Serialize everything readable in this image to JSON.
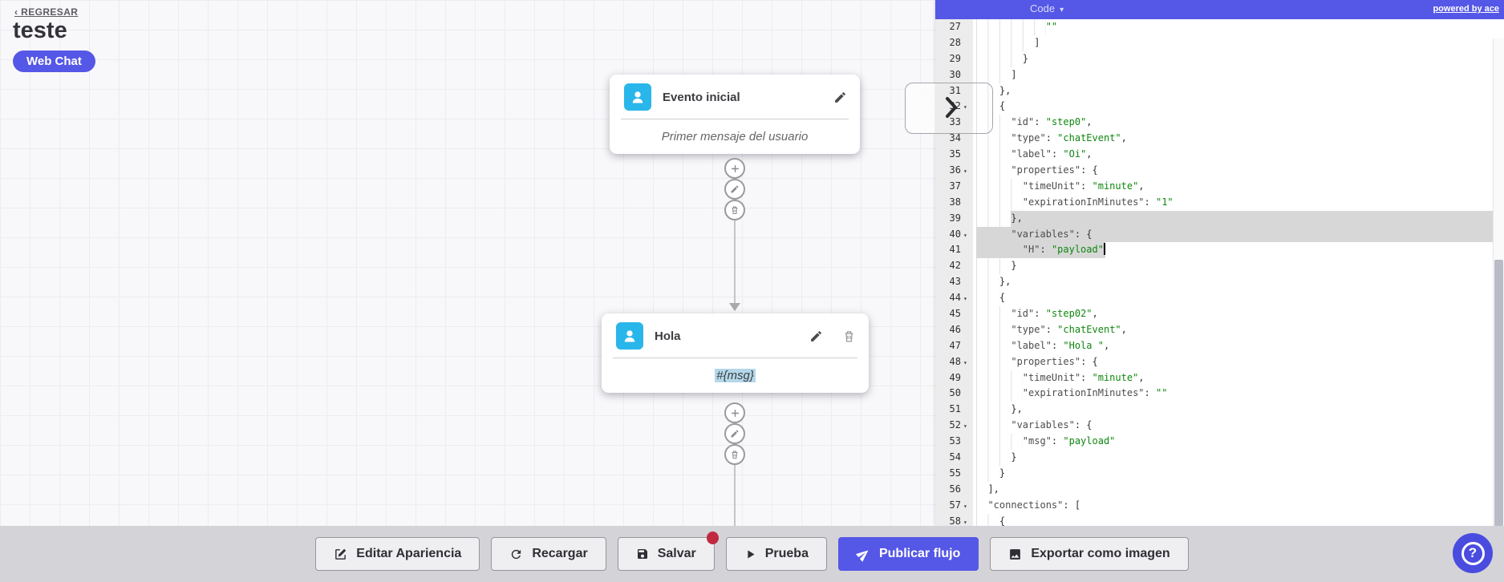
{
  "colors": {
    "accent": "#5557e6",
    "node_icon_cyan": "#29b6ea",
    "code_string_green": "#0f870f",
    "selection_gray": "#d7d7d8",
    "save_badge_red": "#c02940"
  },
  "header": {
    "back_link": "‹ REGRESAR",
    "title": "teste",
    "channel_badge": "Web Chat"
  },
  "nodes": [
    {
      "title": "Evento inicial",
      "body": "Primer mensaje del usuario"
    },
    {
      "title": "Hola",
      "body": "#{msg}"
    }
  ],
  "node_actions": [
    "add",
    "edit",
    "delete"
  ],
  "code_panel": {
    "header": {
      "mode_label": "Code",
      "dropdown_caret": "▾",
      "powered": "powered by ace"
    },
    "lines": [
      {
        "n": 27,
        "indent": 12,
        "tokens": [
          [
            "s",
            "\"\""
          ]
        ]
      },
      {
        "n": 28,
        "indent": 10,
        "tokens": [
          [
            "p",
            "]"
          ]
        ]
      },
      {
        "n": 29,
        "indent": 8,
        "tokens": [
          [
            "p",
            "}"
          ]
        ]
      },
      {
        "n": 30,
        "indent": 6,
        "tokens": [
          [
            "p",
            "]"
          ]
        ]
      },
      {
        "n": 31,
        "indent": 4,
        "tokens": [
          [
            "p",
            "},"
          ]
        ]
      },
      {
        "n": 32,
        "indent": 4,
        "fold": true,
        "tokens": [
          [
            "p",
            "{"
          ]
        ]
      },
      {
        "n": 33,
        "indent": 6,
        "tokens": [
          [
            "k",
            "\"id\""
          ],
          [
            "p",
            ": "
          ],
          [
            "s",
            "\"step0\""
          ],
          [
            "p",
            ","
          ]
        ]
      },
      {
        "n": 34,
        "indent": 6,
        "tokens": [
          [
            "k",
            "\"type\""
          ],
          [
            "p",
            ": "
          ],
          [
            "s",
            "\"chatEvent\""
          ],
          [
            "p",
            ","
          ]
        ]
      },
      {
        "n": 35,
        "indent": 6,
        "tokens": [
          [
            "k",
            "\"label\""
          ],
          [
            "p",
            ": "
          ],
          [
            "s",
            "\"Oi\""
          ],
          [
            "p",
            ","
          ]
        ]
      },
      {
        "n": 36,
        "indent": 6,
        "fold": true,
        "tokens": [
          [
            "k",
            "\"properties\""
          ],
          [
            "p",
            ": {"
          ]
        ]
      },
      {
        "n": 37,
        "indent": 8,
        "tokens": [
          [
            "k",
            "\"timeUnit\""
          ],
          [
            "p",
            ": "
          ],
          [
            "s",
            "\"minute\""
          ],
          [
            "p",
            ","
          ]
        ]
      },
      {
        "n": 38,
        "indent": 8,
        "tokens": [
          [
            "k",
            "\"expirationInMinutes\""
          ],
          [
            "p",
            ": "
          ],
          [
            "s",
            "\"1\""
          ]
        ]
      },
      {
        "n": 39,
        "indent": 6,
        "sel": "right",
        "tokens": [
          [
            "p",
            "},"
          ]
        ]
      },
      {
        "n": 40,
        "indent": 6,
        "fold": true,
        "sel": "full",
        "tokens": [
          [
            "k",
            "\"variables\""
          ],
          [
            "p",
            ": {"
          ]
        ]
      },
      {
        "n": 41,
        "indent": 8,
        "sel": "lead",
        "cursor": true,
        "tokens": [
          [
            "k",
            "\"H\""
          ],
          [
            "p",
            ": "
          ],
          [
            "s",
            "\"payload\""
          ]
        ]
      },
      {
        "n": 42,
        "indent": 6,
        "tokens": [
          [
            "p",
            "}"
          ]
        ]
      },
      {
        "n": 43,
        "indent": 4,
        "tokens": [
          [
            "p",
            "},"
          ]
        ]
      },
      {
        "n": 44,
        "indent": 4,
        "fold": true,
        "tokens": [
          [
            "p",
            "{"
          ]
        ]
      },
      {
        "n": 45,
        "indent": 6,
        "tokens": [
          [
            "k",
            "\"id\""
          ],
          [
            "p",
            ": "
          ],
          [
            "s",
            "\"step02\""
          ],
          [
            "p",
            ","
          ]
        ]
      },
      {
        "n": 46,
        "indent": 6,
        "tokens": [
          [
            "k",
            "\"type\""
          ],
          [
            "p",
            ": "
          ],
          [
            "s",
            "\"chatEvent\""
          ],
          [
            "p",
            ","
          ]
        ]
      },
      {
        "n": 47,
        "indent": 6,
        "tokens": [
          [
            "k",
            "\"label\""
          ],
          [
            "p",
            ": "
          ],
          [
            "s",
            "\"Hola \""
          ],
          [
            "p",
            ","
          ]
        ]
      },
      {
        "n": 48,
        "indent": 6,
        "fold": true,
        "tokens": [
          [
            "k",
            "\"properties\""
          ],
          [
            "p",
            ": {"
          ]
        ]
      },
      {
        "n": 49,
        "indent": 8,
        "tokens": [
          [
            "k",
            "\"timeUnit\""
          ],
          [
            "p",
            ": "
          ],
          [
            "s",
            "\"minute\""
          ],
          [
            "p",
            ","
          ]
        ]
      },
      {
        "n": 50,
        "indent": 8,
        "tokens": [
          [
            "k",
            "\"expirationInMinutes\""
          ],
          [
            "p",
            ": "
          ],
          [
            "s",
            "\"\""
          ]
        ]
      },
      {
        "n": 51,
        "indent": 6,
        "tokens": [
          [
            "p",
            "},"
          ]
        ]
      },
      {
        "n": 52,
        "indent": 6,
        "fold": true,
        "tokens": [
          [
            "k",
            "\"variables\""
          ],
          [
            "p",
            ": {"
          ]
        ]
      },
      {
        "n": 53,
        "indent": 8,
        "tokens": [
          [
            "k",
            "\"msg\""
          ],
          [
            "p",
            ": "
          ],
          [
            "s",
            "\"payload\""
          ]
        ]
      },
      {
        "n": 54,
        "indent": 6,
        "tokens": [
          [
            "p",
            "}"
          ]
        ]
      },
      {
        "n": 55,
        "indent": 4,
        "tokens": [
          [
            "p",
            "}"
          ]
        ]
      },
      {
        "n": 56,
        "indent": 2,
        "tokens": [
          [
            "p",
            "],"
          ]
        ]
      },
      {
        "n": 57,
        "indent": 2,
        "fold": true,
        "tokens": [
          [
            "k",
            "\"connections\""
          ],
          [
            "p",
            ": ["
          ]
        ]
      },
      {
        "n": 58,
        "indent": 4,
        "fold": true,
        "tokens": [
          [
            "p",
            "{"
          ]
        ]
      }
    ]
  },
  "toolbar": {
    "buttons": [
      {
        "label": "Editar Apariencia"
      },
      {
        "label": "Recargar"
      },
      {
        "label": "Salvar",
        "badge": true
      },
      {
        "label": "Prueba"
      },
      {
        "label": "Publicar flujo",
        "primary": true
      },
      {
        "label": "Exportar como imagen"
      }
    ]
  },
  "help": {
    "label": "?"
  }
}
